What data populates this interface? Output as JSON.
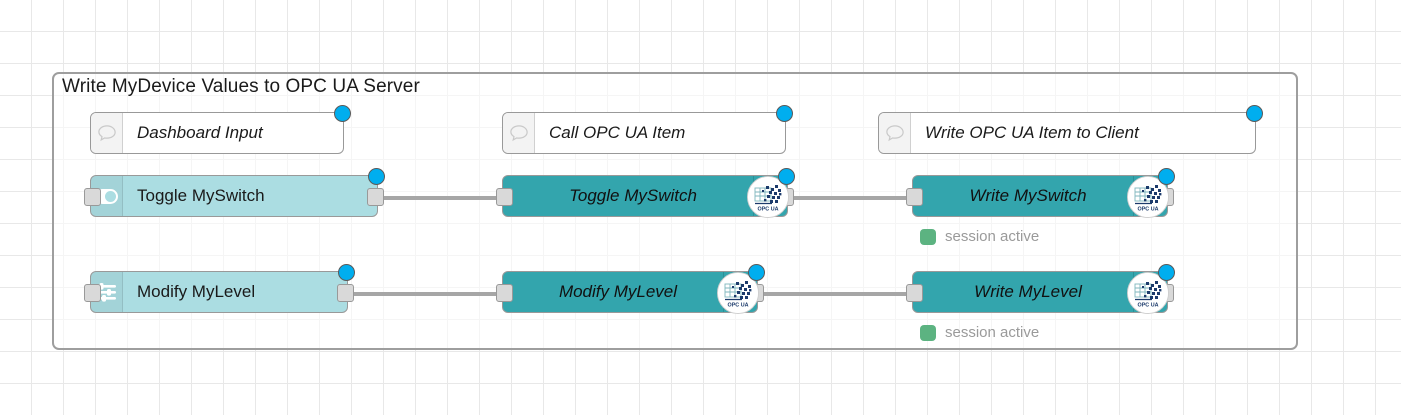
{
  "editor": {
    "grid_color": "#e8e8e8",
    "background": "#ffffff"
  },
  "group": {
    "title": "Write MyDevice Values to OPC UA Server",
    "border_color": "#9e9e9e"
  },
  "colors": {
    "dashboard_node": "#abdde2",
    "opcua_node": "#33a5ad",
    "comment_node": "#ffffff",
    "selection_dot": "#00aeef",
    "wire": "#a6a6a6",
    "port": "#d9d9d9",
    "status_green": "#5cb381",
    "status_text": "#9a9a9a"
  },
  "columns": [
    {
      "comment": {
        "label": "Dashboard Input",
        "icon": "comment-icon"
      },
      "nodes": [
        {
          "label": "Toggle MySwitch",
          "icon": "toggle-switch-icon",
          "type": "dashboard"
        },
        {
          "label": "Modify MyLevel",
          "icon": "slider-icon",
          "type": "dashboard"
        }
      ]
    },
    {
      "comment": {
        "label": "Call OPC UA Item",
        "icon": "comment-icon"
      },
      "nodes": [
        {
          "label": "Toggle MySwitch",
          "icon": "opcua-icon",
          "type": "opcua"
        },
        {
          "label": "Modify MyLevel",
          "icon": "opcua-icon",
          "type": "opcua"
        }
      ]
    },
    {
      "comment": {
        "label": "Write OPC UA Item to Client",
        "icon": "comment-icon"
      },
      "nodes": [
        {
          "label": "Write MySwitch",
          "icon": "opcua-icon",
          "type": "opcua",
          "status": "session active"
        },
        {
          "label": "Write MyLevel",
          "icon": "opcua-icon",
          "type": "opcua",
          "status": "session active"
        }
      ]
    }
  ],
  "badges": {
    "opcua_text": "OPC UA"
  },
  "statuses": {
    "switch_write": "session active",
    "level_write": "session active"
  }
}
